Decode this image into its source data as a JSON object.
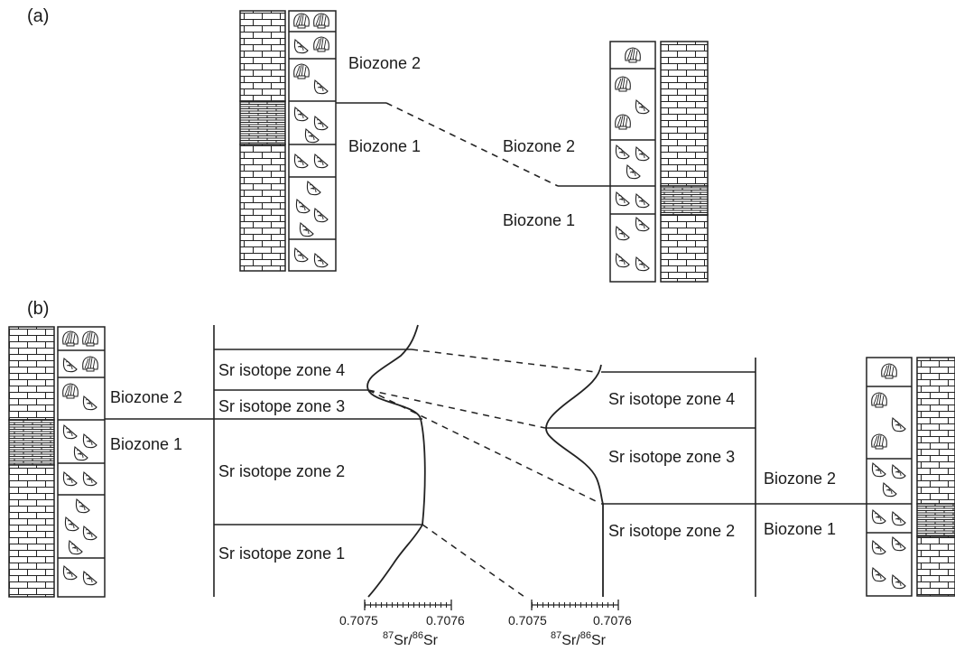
{
  "panel_a": {
    "label": "(a)",
    "biozones_left": [
      "Biozone 2",
      "Biozone 1"
    ],
    "biozones_right": [
      "Biozone 2",
      "Biozone 1"
    ]
  },
  "panel_b": {
    "label": "(b)",
    "biozones_left": [
      "Biozone 2",
      "Biozone 1"
    ],
    "biozones_right": [
      "Biozone 2",
      "Biozone 1"
    ],
    "sr_zones_left": [
      "Sr isotope zone 4",
      "Sr isotope zone 3",
      "Sr isotope zone 2",
      "Sr isotope zone 1"
    ],
    "sr_zones_right": [
      "Sr isotope zone 4",
      "Sr isotope zone 3",
      "Sr isotope zone 2"
    ],
    "scale_left": {
      "min": "0.7075",
      "max": "0.7076",
      "axis": {
        "pre": "87",
        "a": "Sr/",
        "pre2": "86",
        "b": "Sr"
      }
    },
    "scale_right": {
      "min": "0.7075",
      "max": "0.7076",
      "axis": {
        "pre": "87",
        "a": "Sr/",
        "pre2": "86",
        "b": "Sr"
      }
    }
  }
}
